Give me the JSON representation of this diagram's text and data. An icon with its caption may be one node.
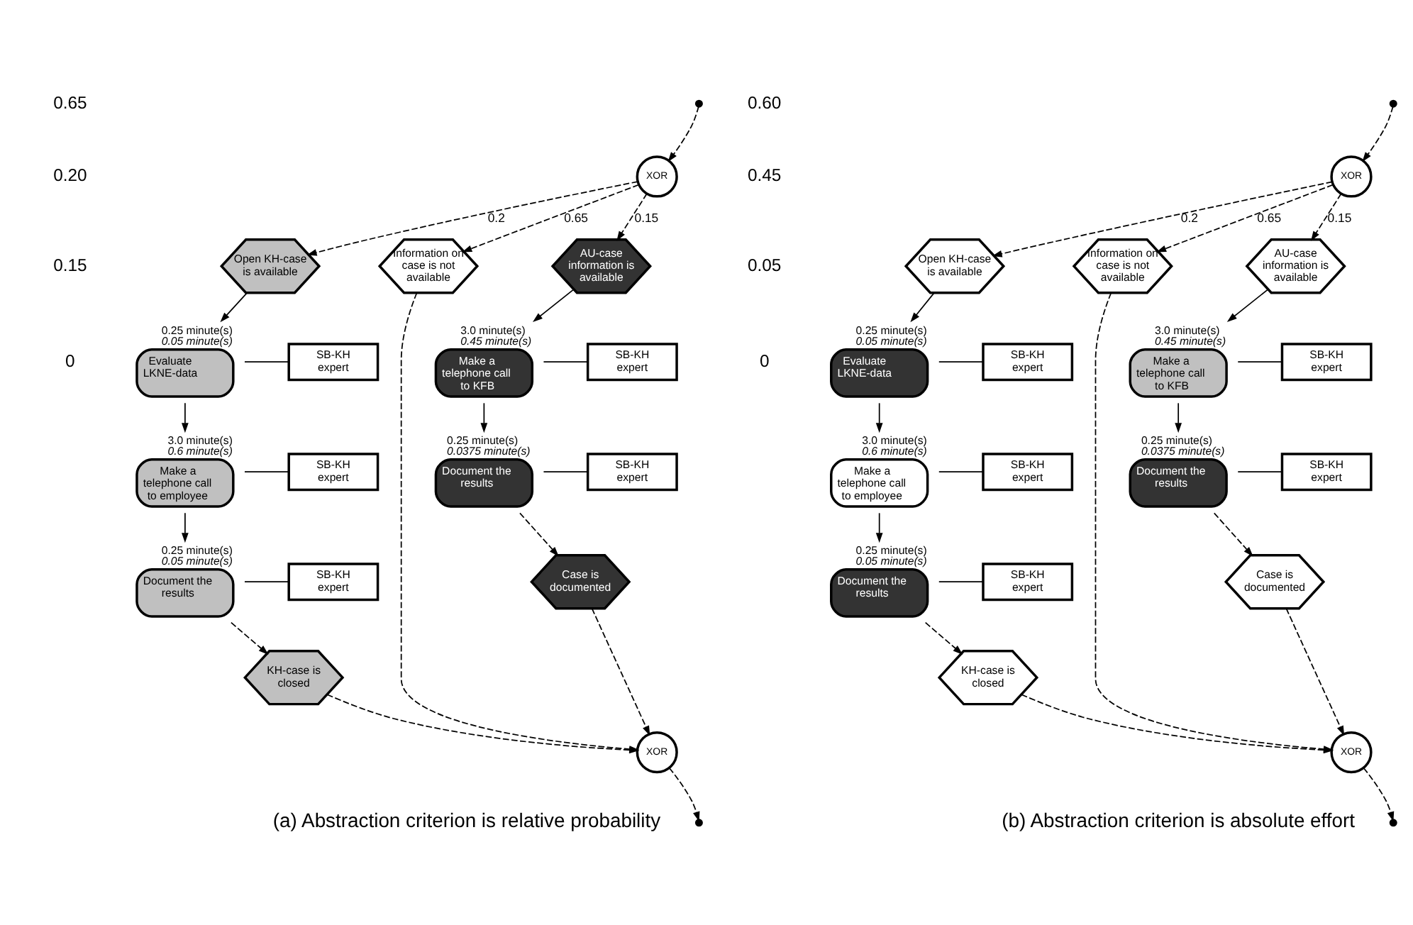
{
  "diagram": {
    "nodes": [
      {
        "text": [
          "XOR"
        ]
      },
      {
        "text": [
          "Open KH-case is available"
        ]
      },
      {
        "text": [
          "Information on case is not available"
        ]
      },
      {
        "text": [
          "AU-case information is available"
        ]
      },
      {
        "text": [
          "Evaluate LKNE-data"
        ],
        "beside": [
          "0.25 minute(s)",
          "0.05 minute(s)"
        ]
      },
      {
        "text": [
          "SB-KH expert"
        ]
      },
      {
        "text": [
          "Make a telephone call to employee"
        ],
        "beside": [
          "3.0 minute(s)",
          "0.6 minute(s)"
        ]
      },
      {
        "text": [
          "SB-KH expert"
        ]
      },
      {
        "text": [
          "Document the results"
        ],
        "beside": [
          "0.25 minute(s)",
          "0.05 minute(s)"
        ]
      },
      {
        "text": [
          "SB-KH expert"
        ]
      },
      {
        "text": [
          "KH-case is closed"
        ]
      },
      {
        "text": [
          "Make a telephone call to KFB"
        ],
        "beside": [
          "3.0 minute(s)",
          "0.45 minute(s)"
        ]
      },
      {
        "text": [
          "SB-KH expert"
        ]
      },
      {
        "text": [
          "Document the results"
        ],
        "beside": [
          "0.25 minute(s)",
          "0.0375 minute(s)"
        ]
      },
      {
        "text": [
          "SB-KH expert"
        ]
      },
      {
        "text": [
          "Case is documented"
        ]
      },
      {
        "text": [
          "XOR"
        ]
      },
      {
        "text": [
          "XOR"
        ]
      },
      {
        "text": [
          "Open KH-case is available"
        ]
      },
      {
        "text": [
          "Information on case is not available"
        ]
      },
      {
        "text": [
          "AU-case information is available"
        ]
      },
      {
        "text": [
          "Evaluate LKNE-data"
        ],
        "beside": [
          "0.25 minute(s)",
          "0.05 minute(s)"
        ]
      },
      {
        "text": [
          "SB-KH expert"
        ]
      },
      {
        "text": [
          "Make a telephone call to employee"
        ],
        "beside": [
          "3.0 minute(s)",
          "0.6 minute(s)"
        ]
      },
      {
        "text": [
          "SB-KH expert"
        ]
      },
      {
        "text": [
          "Document the results"
        ],
        "beside": [
          "0.25 minute(s)",
          "0.05 minute(s)"
        ]
      },
      {
        "text": [
          "SB-KH expert"
        ]
      },
      {
        "text": [
          "KH-case is closed"
        ]
      },
      {
        "text": [
          "Make a telephone call to KFB"
        ],
        "beside": [
          "3.0 minute(s)",
          "0.45 minute(s)"
        ]
      },
      {
        "text": [
          "SB-KH expert"
        ]
      },
      {
        "text": [
          "Document the results"
        ],
        "beside": [
          "0.25 minute(s)",
          "0.0375 minute(s)"
        ]
      },
      {
        "text": [
          "SB-KH expert"
        ]
      },
      {
        "text": [
          "Case is documented"
        ]
      },
      {
        "text": [
          "XOR"
        ]
      }
    ],
    "edges": [
      {
        "from": null,
        "to": 0,
        "arrow": "to",
        "style": "dashed"
      },
      {
        "from": 0,
        "to": 1,
        "arrow": "to",
        "style": "dashed",
        "label": "0.2"
      },
      {
        "from": 0,
        "to": 2,
        "arrow": "to",
        "style": "dashed",
        "label": "0.65"
      },
      {
        "from": 0,
        "to": 3,
        "arrow": "to",
        "style": "dashed",
        "label": "0.15"
      },
      {
        "from": 1,
        "to": 4,
        "arrow": "to"
      },
      {
        "from": 4,
        "to": 5,
        "arrow": "none"
      },
      {
        "from": 4,
        "to": 6,
        "arrow": "to"
      },
      {
        "from": 6,
        "to": 7,
        "arrow": "none"
      },
      {
        "from": 6,
        "to": 8,
        "arrow": "to"
      },
      {
        "from": 8,
        "to": 9,
        "arrow": "none"
      },
      {
        "from": 8,
        "to": 10,
        "arrow": "to",
        "style": "dashed"
      },
      {
        "from": 3,
        "to": 11,
        "arrow": "to"
      },
      {
        "from": 11,
        "to": 12,
        "arrow": "none"
      },
      {
        "from": 11,
        "to": 13,
        "arrow": "to"
      },
      {
        "from": 13,
        "to": 14,
        "arrow": "none"
      },
      {
        "from": 13,
        "to": 15,
        "arrow": "to",
        "style": "dashed"
      },
      {
        "from": 10,
        "to": 16,
        "arrow": "to",
        "style": "dashed"
      },
      {
        "from": 2,
        "to": 16,
        "arrow": "to",
        "style": "dashed"
      },
      {
        "from": 15,
        "to": 16,
        "arrow": "to",
        "style": "dashed"
      },
      {
        "from": 16,
        "to": null,
        "arrow": "to",
        "style": "dashed"
      },
      {
        "from": null,
        "to": 17,
        "arrow": "to",
        "style": "dashed"
      },
      {
        "from": 17,
        "to": 18,
        "arrow": "to",
        "style": "dashed",
        "label": "0.2"
      },
      {
        "from": 17,
        "to": 19,
        "arrow": "to",
        "style": "dashed",
        "label": "0.65"
      },
      {
        "from": 17,
        "to": 20,
        "arrow": "to",
        "style": "dashed",
        "label": "0.15"
      },
      {
        "from": 18,
        "to": 21,
        "arrow": "to"
      },
      {
        "from": 21,
        "to": 22,
        "arrow": "none"
      },
      {
        "from": 21,
        "to": 23,
        "arrow": "to"
      },
      {
        "from": 23,
        "to": 24,
        "arrow": "none"
      },
      {
        "from": 23,
        "to": 25,
        "arrow": "to"
      },
      {
        "from": 25,
        "to": 26,
        "arrow": "none"
      },
      {
        "from": 25,
        "to": 27,
        "arrow": "to",
        "style": "dashed"
      },
      {
        "from": 20,
        "to": 28,
        "arrow": "to"
      },
      {
        "from": 28,
        "to": 29,
        "arrow": "none"
      },
      {
        "from": 28,
        "to": 30,
        "arrow": "to"
      },
      {
        "from": 30,
        "to": 31,
        "arrow": "none"
      },
      {
        "from": 30,
        "to": 32,
        "arrow": "to",
        "style": "dashed"
      },
      {
        "from": 27,
        "to": 33,
        "arrow": "to",
        "style": "dashed"
      },
      {
        "from": 19,
        "to": 33,
        "arrow": "to",
        "style": "dashed"
      },
      {
        "from": 32,
        "to": 33,
        "arrow": "to",
        "style": "dashed"
      },
      {
        "from": 33,
        "to": null,
        "arrow": "to",
        "style": "dashed"
      }
    ],
    "labels": [
      "0.65",
      "0.20",
      "0.15",
      "0",
      "0.60",
      "0.45",
      "0.05",
      "0",
      "(a) Abstraction criterion is relative probability",
      "(b) Abstraction criterion is absolute effort"
    ]
  }
}
